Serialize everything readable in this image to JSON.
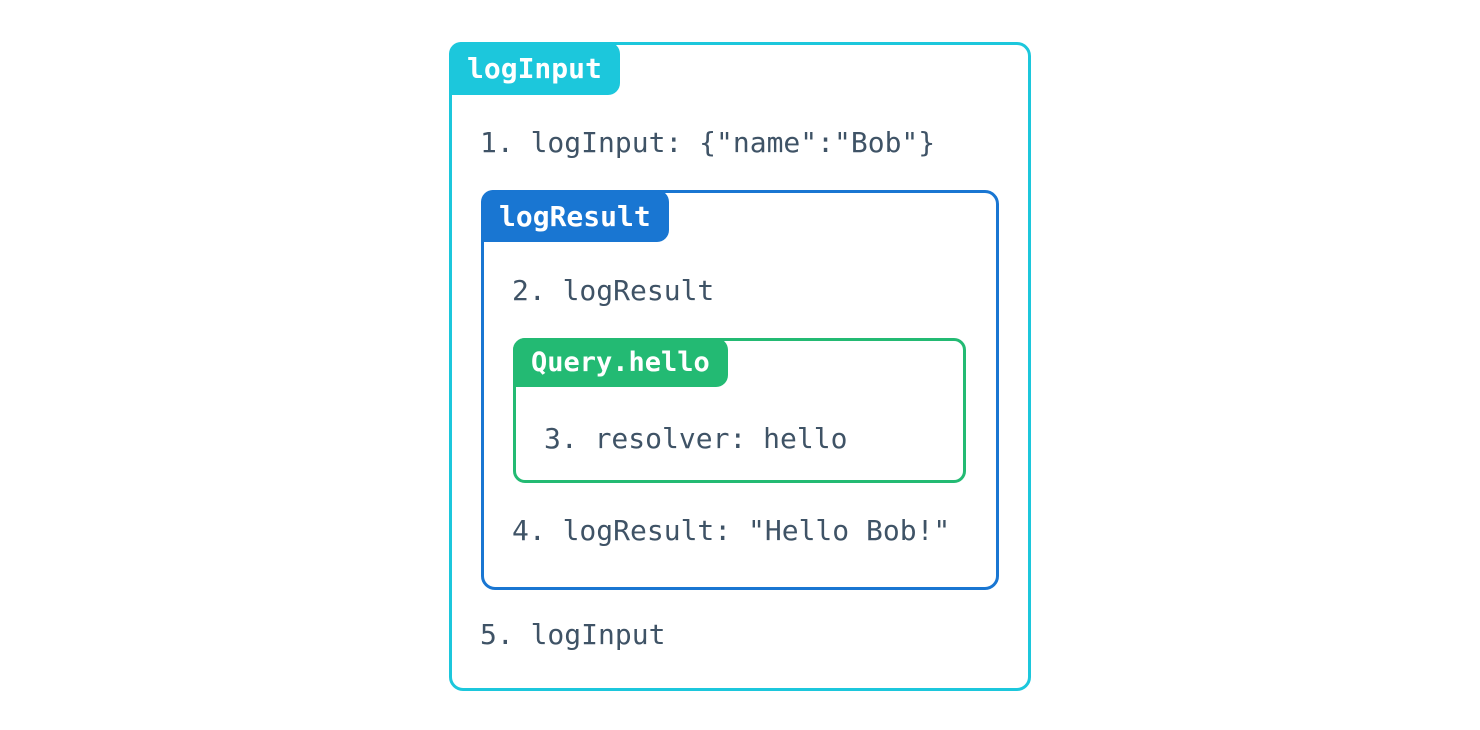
{
  "colors": {
    "background": "#FFFFFF",
    "outer_accent": "#1CC7DC",
    "middle_accent": "#1976D2",
    "inner_accent": "#23BA73",
    "step_text": "#3F5366",
    "label_text": "#FFFFFF"
  },
  "diagram": {
    "outer": {
      "label": "logInput",
      "steps": {
        "before": "1. logInput: {\"name\":\"Bob\"}",
        "after": "5. logInput"
      },
      "child": {
        "label": "logResult",
        "steps": {
          "before": "2. logResult",
          "after": "4. logResult: \"Hello Bob!\""
        },
        "child": {
          "label": "Query.hello",
          "steps": {
            "resolver": "3. resolver: hello"
          }
        }
      }
    }
  }
}
